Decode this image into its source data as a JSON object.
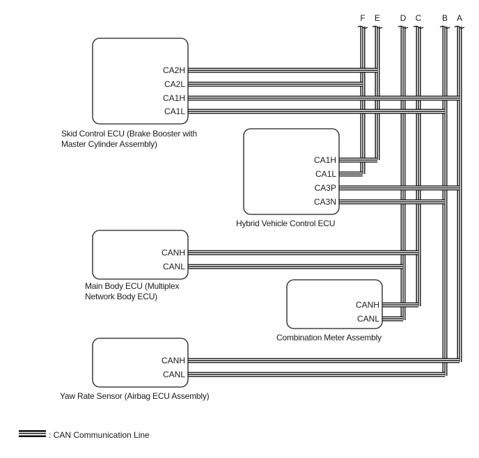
{
  "diagram": {
    "buses": [
      {
        "id": "F",
        "label": "F"
      },
      {
        "id": "E",
        "label": "E"
      },
      {
        "id": "D",
        "label": "D"
      },
      {
        "id": "C",
        "label": "C"
      },
      {
        "id": "B",
        "label": "B"
      },
      {
        "id": "A",
        "label": "A"
      }
    ],
    "ecus": [
      {
        "id": "skid",
        "caption": [
          "Skid Control ECU (Brake Booster with",
          "Master Cylinder Assembly)"
        ],
        "pins": [
          {
            "label": "CA2H",
            "bus": "E"
          },
          {
            "label": "CA2L",
            "bus": "F"
          },
          {
            "label": "CA1H",
            "bus": "A"
          },
          {
            "label": "CA1L",
            "bus": "B"
          }
        ]
      },
      {
        "id": "hybrid",
        "caption": [
          "Hybrid Vehicle Control ECU"
        ],
        "pins": [
          {
            "label": "CA1H",
            "bus": "E"
          },
          {
            "label": "CA1L",
            "bus": "F"
          },
          {
            "label": "CA3P",
            "bus": "A"
          },
          {
            "label": "CA3N",
            "bus": "B"
          }
        ]
      },
      {
        "id": "mainbody",
        "caption": [
          "Main Body ECU (Multiplex",
          "Network Body ECU)"
        ],
        "pins": [
          {
            "label": "CANH",
            "bus": "C"
          },
          {
            "label": "CANL",
            "bus": "D"
          }
        ]
      },
      {
        "id": "meter",
        "caption": [
          "Combination Meter Assembly"
        ],
        "pins": [
          {
            "label": "CANH",
            "bus": "C"
          },
          {
            "label": "CANL",
            "bus": "D"
          }
        ]
      },
      {
        "id": "yaw",
        "caption": [
          "Yaw Rate Sensor (Airbag ECU Assembly)"
        ],
        "pins": [
          {
            "label": "CANH",
            "bus": "A"
          },
          {
            "label": "CANL",
            "bus": "B"
          }
        ]
      }
    ],
    "legend": {
      "symbol": "triple-line-symbol",
      "text": ": CAN Communication Line"
    },
    "colors": {
      "line": "#111111",
      "text": "#1a1a1a",
      "background": "#ffffff"
    }
  }
}
